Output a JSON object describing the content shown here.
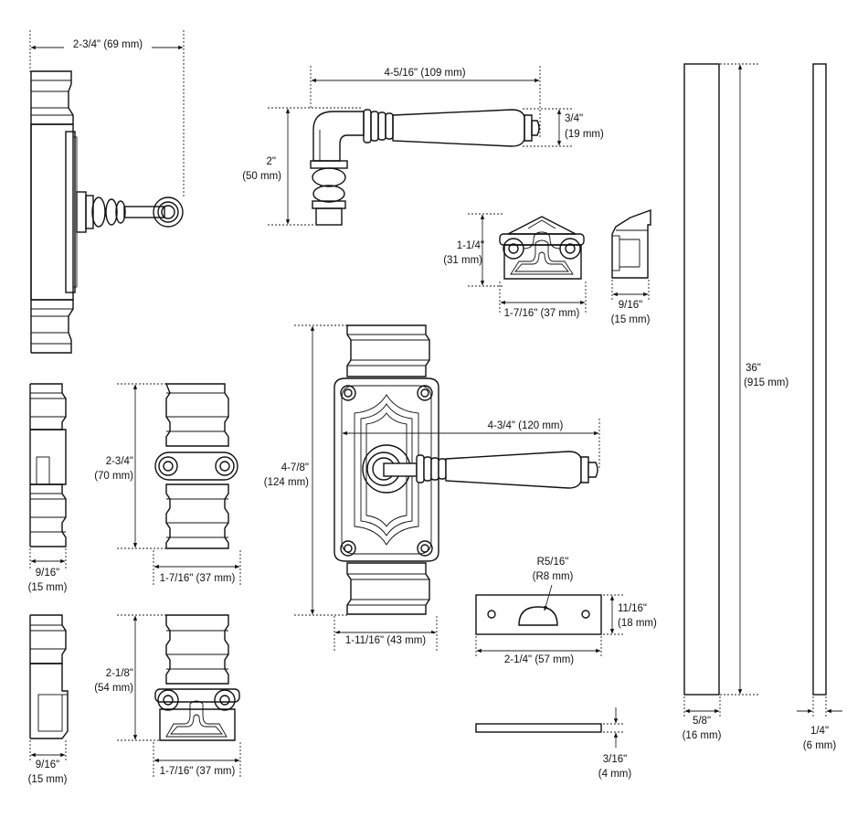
{
  "dimensions": {
    "rail_width": "2-3/4\" (69 mm)",
    "lever_length": "4-5/16\" (109 mm)",
    "lever_height_in": "2\"",
    "lever_height_mm": "(50 mm)",
    "lever_dia_in": "3/4\"",
    "lever_dia_mm": "(19 mm)",
    "keeper_height_in": "1-1/4\"",
    "keeper_height_mm": "(31 mm)",
    "keeper_width": "1-7/16\" (37 mm)",
    "keeper_depth_in": "9/16\"",
    "keeper_depth_mm": "(15 mm)",
    "guide_side_depth_in": "9/16\"",
    "guide_side_depth_mm": "(15 mm)",
    "guide_height_in": "2-3/4\"",
    "guide_height_mm": "(70 mm)",
    "guide_width": "1-7/16\" (37 mm)",
    "plate_height_in": "4-7/8\"",
    "plate_height_mm": "(124 mm)",
    "plate_lever_projection": "4-3/4\" (120 mm)",
    "plate_width": "1-11/16\" (43 mm)",
    "lower_guide_height_in": "2-1/8\"",
    "lower_guide_height_mm": "(54 mm)",
    "lower_guide_width": "1-7/16\" (37 mm)",
    "lower_side_depth_in": "9/16\"",
    "lower_side_depth_mm": "(15 mm)",
    "strike_radius_in": "R5/16\"",
    "strike_radius_mm": "(R8 mm)",
    "strike_height_in": "11/16\"",
    "strike_height_mm": "(18 mm)",
    "strike_length": "2-1/4\" (57 mm)",
    "strike_thickness_in": "3/16\"",
    "strike_thickness_mm": "(4 mm)",
    "rod_length_in": "36\"",
    "rod_length_mm": "(915 mm)",
    "rod_width_in": "5/8\"",
    "rod_width_mm": "(16 mm)",
    "rod_thickness_in": "1/4\"",
    "rod_thickness_mm": "(6 mm)"
  }
}
